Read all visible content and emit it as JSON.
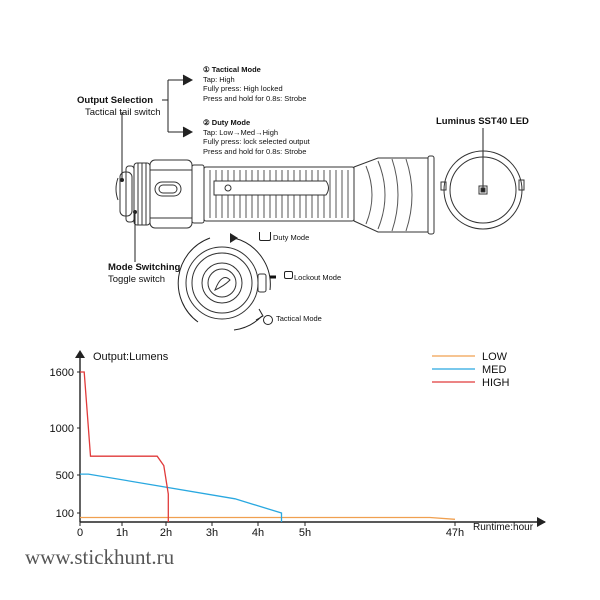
{
  "callouts": {
    "output_selection": {
      "title": "Output Selection",
      "subtitle": "Tactical tail switch"
    },
    "mode_switching": {
      "title": "Mode Switching",
      "subtitle": "Toggle switch"
    },
    "led": {
      "label": "Luminus SST40 LED"
    }
  },
  "modes": {
    "tactical": {
      "heading": "① Tactical Mode",
      "lines": [
        "Tap: High",
        "Fully press: High locked",
        "Press and hold for 0.8s: Strobe"
      ]
    },
    "duty": {
      "heading": "② Duty Mode",
      "lines": [
        "Tap: Low→Med→High",
        "Fully press: lock selected output",
        "Press and hold for 0.8s: Strobe"
      ]
    }
  },
  "switch_positions": {
    "duty": "Duty Mode",
    "lockout": "Lockout Mode",
    "tactical": "Tactical Mode"
  },
  "icons": {
    "duty": "duty-mode-icon",
    "lockout": "lock-icon",
    "tactical": "tactical-crosshair-icon"
  },
  "watermark": "www.stickhunt.ru",
  "chart_data": {
    "type": "line",
    "ylabel": "Output:Lumens",
    "xlabel": "Runtime:hour",
    "y_ticks": [
      100,
      500,
      1000,
      1600
    ],
    "x_ticks": [
      {
        "value": 0,
        "label": "0"
      },
      {
        "value": 1,
        "label": "1h"
      },
      {
        "value": 2,
        "label": "2h"
      },
      {
        "value": 3,
        "label": "3h"
      },
      {
        "value": 4,
        "label": "4h"
      },
      {
        "value": 5,
        "label": "5h"
      },
      {
        "value": 47,
        "label": "47h"
      }
    ],
    "legend_position": "top-right",
    "series": [
      {
        "name": "LOW",
        "color": "#f0a050",
        "points": [
          [
            0,
            50
          ],
          [
            40,
            50
          ],
          [
            47,
            30
          ]
        ]
      },
      {
        "name": "MED",
        "color": "#29a8e0",
        "points": [
          [
            0,
            510
          ],
          [
            0.2,
            510
          ],
          [
            3.5,
            250
          ],
          [
            4.5,
            100
          ],
          [
            4.5,
            0
          ]
        ]
      },
      {
        "name": "HIGH",
        "color": "#e03a3a",
        "points": [
          [
            0,
            1600
          ],
          [
            0.1,
            1600
          ],
          [
            0.25,
            700
          ],
          [
            1.8,
            700
          ],
          [
            1.95,
            600
          ],
          [
            2.05,
            300
          ],
          [
            2.05,
            0
          ]
        ]
      }
    ]
  }
}
